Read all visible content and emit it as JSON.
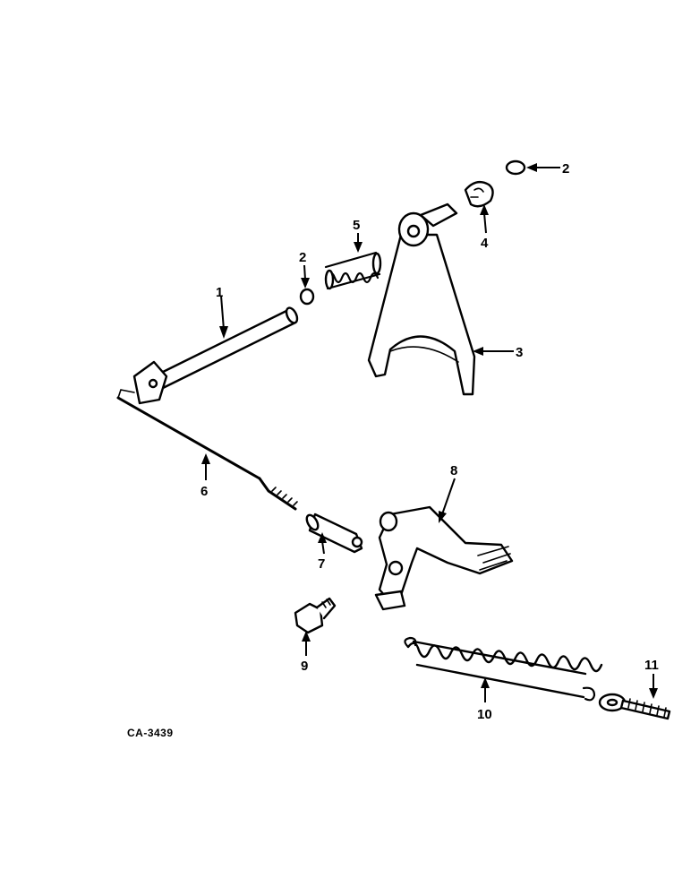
{
  "figure_id": "CA-3439",
  "callouts": [
    {
      "id": "1",
      "label": "1",
      "part": "shift-rod"
    },
    {
      "id": "2a",
      "label": "2",
      "part": "snap-ring"
    },
    {
      "id": "2b",
      "label": "2",
      "part": "snap-ring"
    },
    {
      "id": "3",
      "label": "3",
      "part": "shift-fork"
    },
    {
      "id": "4",
      "label": "4",
      "part": "clip"
    },
    {
      "id": "5",
      "label": "5",
      "part": "compression-spring"
    },
    {
      "id": "6",
      "label": "6",
      "part": "control-rod"
    },
    {
      "id": "7",
      "label": "7",
      "part": "pin"
    },
    {
      "id": "8",
      "label": "8",
      "part": "pedal"
    },
    {
      "id": "9",
      "label": "9",
      "part": "shoulder-bolt"
    },
    {
      "id": "10",
      "label": "10",
      "part": "extension-spring"
    },
    {
      "id": "11",
      "label": "11",
      "part": "eye-bolt"
    }
  ]
}
